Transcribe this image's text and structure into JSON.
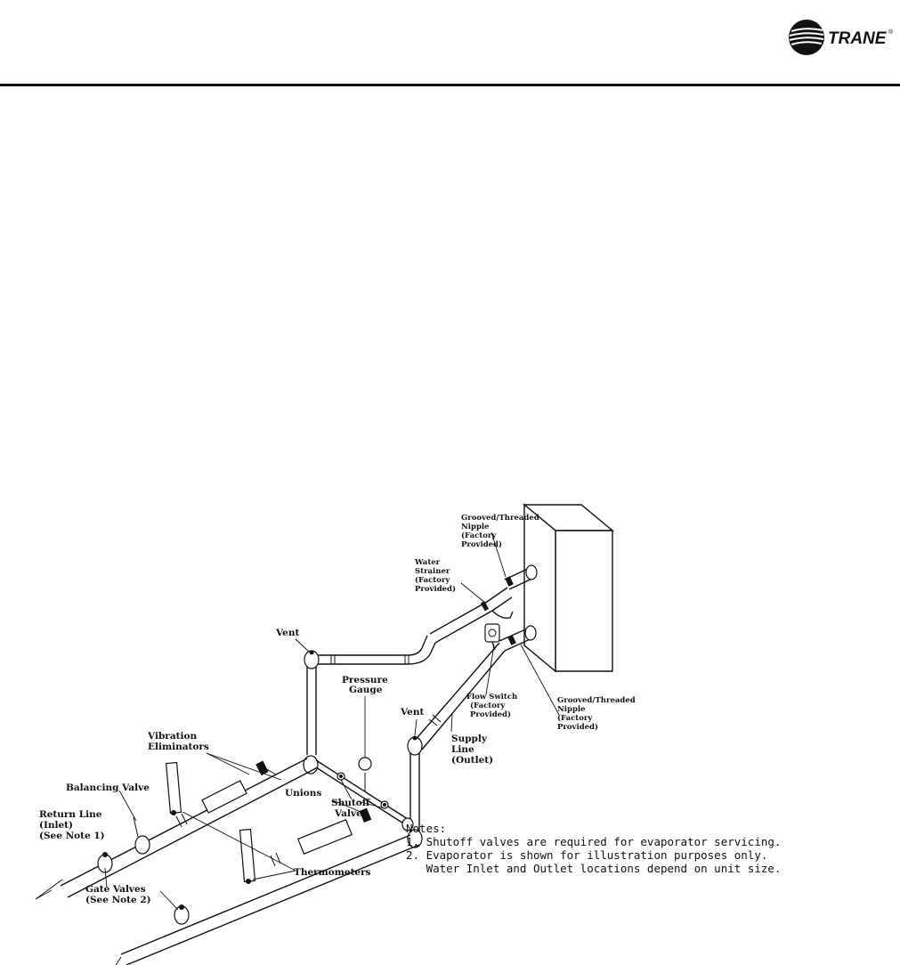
{
  "logo": {
    "text": "TRANE",
    "registered": "®",
    "icon": "trane-swoosh-logo"
  },
  "labels": {
    "grooved_nipple_top": [
      "Grooved/Threaded",
      "Nipple",
      "(Factory",
      "Provided)"
    ],
    "water_strainer": [
      "Water",
      "Strainer",
      "(Factory",
      "Provided)"
    ],
    "vent_top": "Vent",
    "pressure_gauge": [
      "Pressure",
      "Gauge"
    ],
    "vent_right": "Vent",
    "flow_switch": [
      "Flow Switch",
      "(Factory",
      "Provided)"
    ],
    "grooved_nipple_bottom": [
      "Grooved/Threaded",
      "Nipple",
      "(Factory",
      "Provided)"
    ],
    "vibration_eliminators": [
      "Vibration",
      "Eliminators"
    ],
    "shutoff_valves": [
      "Shutoff",
      "Valves"
    ],
    "supply_line": [
      "Supply",
      "Line",
      "(Outlet)"
    ],
    "balancing_valve": "Balancing Valve",
    "unions": "Unions",
    "return_line": [
      "Return Line",
      "(Inlet)",
      "(See Note 1)"
    ],
    "thermometers": "Thermometers",
    "gate_valves": [
      "Gate Valves",
      "(See Note 2)"
    ]
  },
  "notes": {
    "heading": "Notes:",
    "items": [
      "1. Shutoff valves are required for evaporator servicing.",
      "2. Evaporator is shown for illustration purposes only.",
      "   Water Inlet and Outlet locations depend on unit size."
    ]
  }
}
